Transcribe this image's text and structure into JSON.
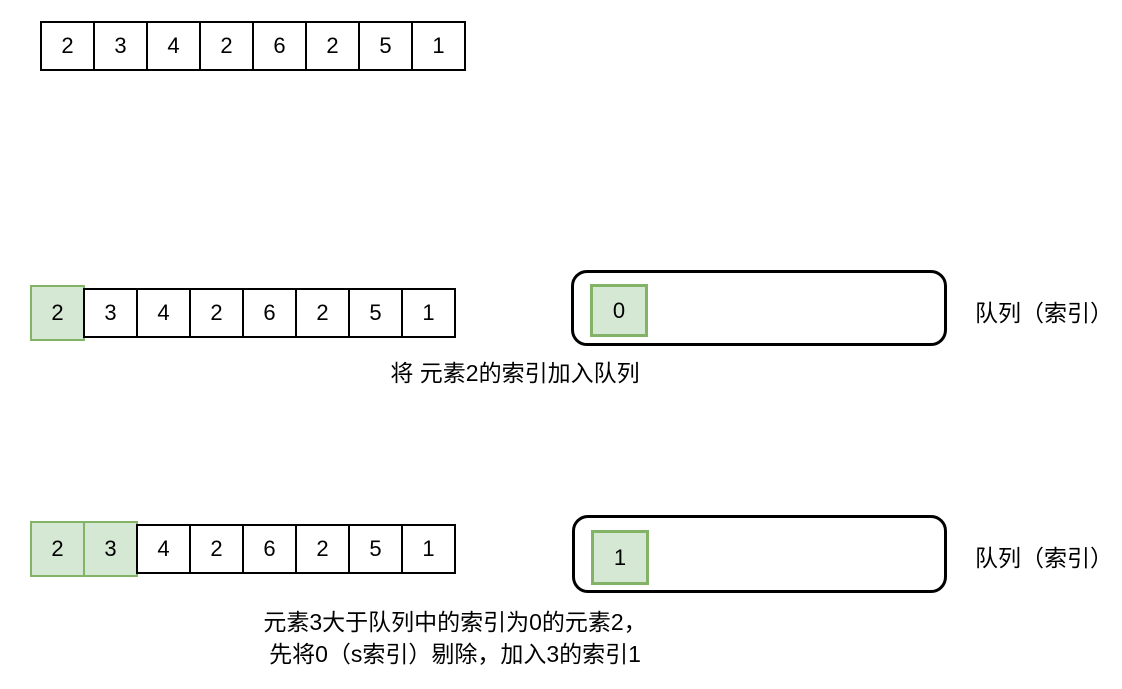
{
  "palette": {
    "background": "#ffffff",
    "highlight_fill": "#d5e8d4",
    "highlight_stroke": "#82b366",
    "cell_stroke": "#000000",
    "text_color": "#000000"
  },
  "arrays": {
    "initial": {
      "cells": [
        {
          "value": "2",
          "highlight": false
        },
        {
          "value": "3",
          "highlight": false
        },
        {
          "value": "4",
          "highlight": false
        },
        {
          "value": "2",
          "highlight": false
        },
        {
          "value": "6",
          "highlight": false
        },
        {
          "value": "2",
          "highlight": false
        },
        {
          "value": "5",
          "highlight": false
        },
        {
          "value": "1",
          "highlight": false
        }
      ]
    },
    "step1": {
      "cells": [
        {
          "value": "2",
          "highlight": true
        },
        {
          "value": "3",
          "highlight": false
        },
        {
          "value": "4",
          "highlight": false
        },
        {
          "value": "2",
          "highlight": false
        },
        {
          "value": "6",
          "highlight": false
        },
        {
          "value": "2",
          "highlight": false
        },
        {
          "value": "5",
          "highlight": false
        },
        {
          "value": "1",
          "highlight": false
        }
      ]
    },
    "step2": {
      "cells": [
        {
          "value": "2",
          "highlight": true
        },
        {
          "value": "3",
          "highlight": true
        },
        {
          "value": "4",
          "highlight": false
        },
        {
          "value": "2",
          "highlight": false
        },
        {
          "value": "6",
          "highlight": false
        },
        {
          "value": "2",
          "highlight": false
        },
        {
          "value": "5",
          "highlight": false
        },
        {
          "value": "1",
          "highlight": false
        }
      ]
    }
  },
  "step1": {
    "queue_items": [
      "0"
    ],
    "queue_label": "队列（索引）",
    "caption": "将 元素2的索引加入队列"
  },
  "step2": {
    "queue_items": [
      "1"
    ],
    "queue_label": "队列（索引）",
    "caption_line1": "元素3大于队列中的索引为0的元素2，",
    "caption_line2": "先将0（s索引）剔除，加入3的索引1"
  }
}
